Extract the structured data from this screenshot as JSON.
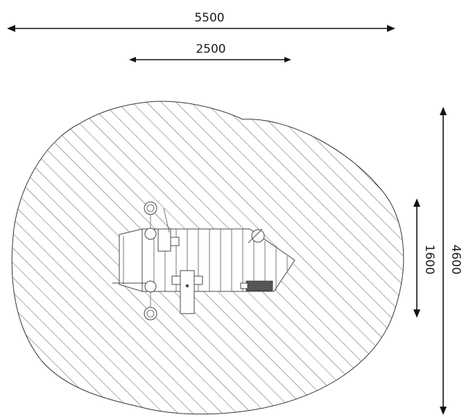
{
  "dimensions": {
    "overall_width": "5500",
    "platform_width": "2500",
    "platform_depth": "1600",
    "overall_depth": "4600"
  },
  "colors": {
    "line": "#111111",
    "hatch": "#555555",
    "background": "#ffffff"
  }
}
